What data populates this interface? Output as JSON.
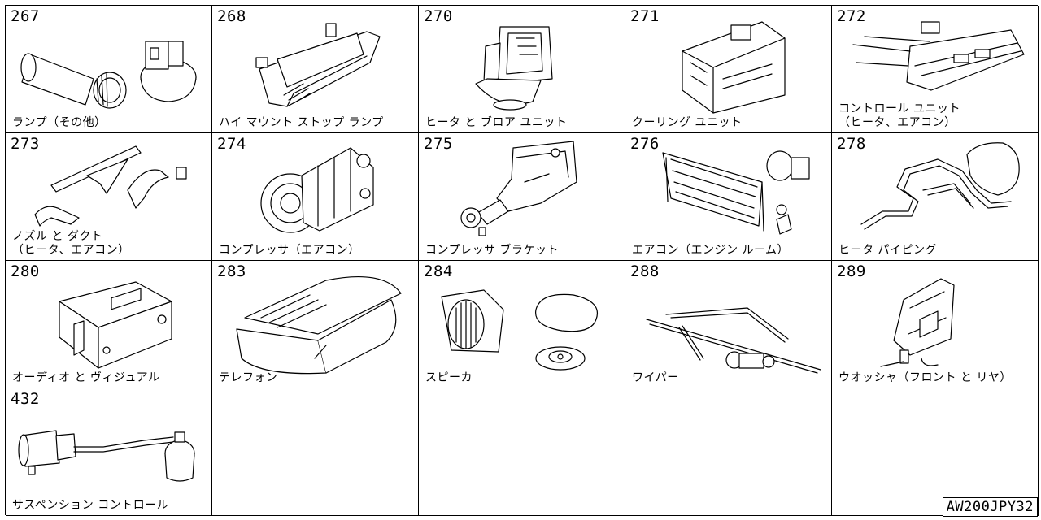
{
  "cells": [
    {
      "num": "267",
      "label": "ランプ（その他）",
      "icon": "lamp-icon"
    },
    {
      "num": "268",
      "label": "ハイ マウント ストップ ランプ",
      "icon": "stop-lamp-icon"
    },
    {
      "num": "270",
      "label": "ヒータ と ブロア ユニット",
      "icon": "heater-blower-icon"
    },
    {
      "num": "271",
      "label": "クーリング ユニット",
      "icon": "cooling-unit-icon"
    },
    {
      "num": "272",
      "label": "コントロール ユニット\n（ヒータ、エアコン）",
      "icon": "control-unit-icon"
    },
    {
      "num": "273",
      "label": "ノズル と ダクト\n（ヒータ、エアコン）",
      "icon": "nozzle-duct-icon"
    },
    {
      "num": "274",
      "label": "コンプレッサ（エアコン）",
      "icon": "compressor-icon"
    },
    {
      "num": "275",
      "label": "コンプレッサ ブラケット",
      "icon": "compressor-bracket-icon"
    },
    {
      "num": "276",
      "label": "エアコン（エンジン ルーム）",
      "icon": "condenser-icon"
    },
    {
      "num": "278",
      "label": "ヒータ パイピング",
      "icon": "heater-piping-icon"
    },
    {
      "num": "280",
      "label": "オーディオ と ヴィジュアル",
      "icon": "audio-unit-icon"
    },
    {
      "num": "283",
      "label": "テレフォン",
      "icon": "telephone-icon"
    },
    {
      "num": "284",
      "label": "スピーカ",
      "icon": "speaker-icon"
    },
    {
      "num": "288",
      "label": "ワイパー",
      "icon": "wiper-icon"
    },
    {
      "num": "289",
      "label": "ウオッシャ（フロント と リヤ）",
      "icon": "washer-tank-icon"
    },
    {
      "num": "432",
      "label": "サスペンション コントロール",
      "icon": "suspension-control-icon"
    }
  ],
  "diagram_code": "AW200JPY32"
}
